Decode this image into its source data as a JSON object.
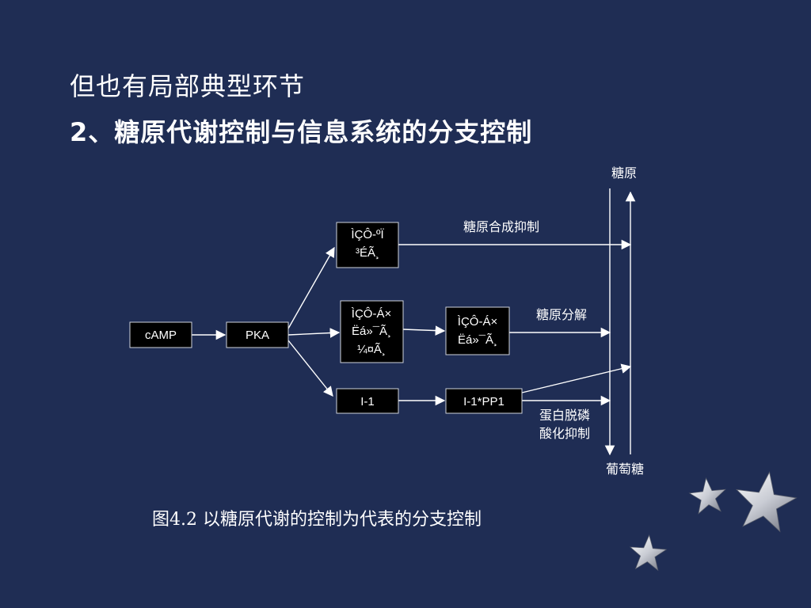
{
  "heading": {
    "line1": "但也有局部典型环节",
    "line2": "2、糖原代谢控制与信息系统的分支控制"
  },
  "diagram": {
    "nodes": {
      "camp": "cAMP",
      "pka": "PKA",
      "box_top": [
        "ÌÇÔ-ºÏ",
        "³ÉÃ¸"
      ],
      "box_mid": [
        "ÌÇÔ-Á×",
        "Ëá»¯Ã¸",
        "¼¤Ã¸"
      ],
      "box_right": [
        "ÌÇÔ-Á×",
        "Ëá»¯Ã¸"
      ],
      "i1": "I-1",
      "i1pp1": "I-1*PP1"
    },
    "labels": {
      "glycogen": "糖原",
      "glucose": "葡萄糖",
      "synthesis_inhibit": "糖原合成抑制",
      "glycogenolysis": "糖原分解",
      "dephos_line1": "蛋白脱磷",
      "dephos_line2": "酸化抑制"
    },
    "caption": "图4.2  以糖原代谢的控制为代表的分支控制"
  },
  "decor": {
    "star_icons": [
      "star-icon",
      "star-icon",
      "star-icon"
    ]
  }
}
